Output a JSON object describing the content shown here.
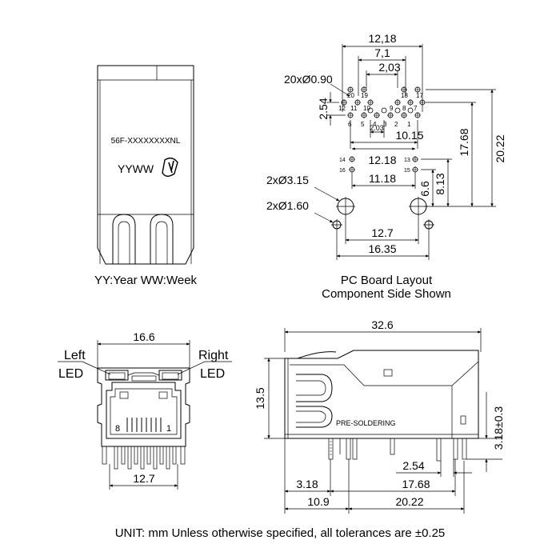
{
  "top_view": {
    "part_number": "56F-XXXXXXXXNL",
    "date_code": "YYWW",
    "legend": "YY:Year  WW:Week"
  },
  "pcb_layout": {
    "dims": {
      "overall_pitch": "12,18",
      "pitch_71": "7,1",
      "pitch_203": "2,03",
      "hole_note": "20xØ0.90",
      "row_spacing": "2.54",
      "inner_pitch_203": "2.03",
      "pitch_1015": "10.15",
      "led_pitch": "12.18",
      "led_offset": "11.18",
      "height_1768": "17.68",
      "height_2022": "20.22",
      "height_813": "8.13",
      "height_66": "6.6",
      "large_holes": "2xØ3.15",
      "small_holes": "2xØ1.60",
      "peg_pitch": "12.7",
      "outer_pitch": "16.35"
    },
    "pin_numbers": [
      "20",
      "19",
      "18",
      "17",
      "12",
      "11",
      "10",
      "9",
      "8",
      "7",
      "6",
      "5",
      "4",
      "3",
      "2",
      "1",
      "14",
      "16",
      "13",
      "15"
    ],
    "caption_line1": "PC Board Layout",
    "caption_line2": "Component Side Shown"
  },
  "front_view": {
    "width": "16.6",
    "left_led_line1": "Left",
    "left_led_line2": "LED",
    "right_led_line1": "Right",
    "right_led_line2": "LED",
    "pin8": "8",
    "pin1": "1",
    "peg_pitch": "12.7"
  },
  "side_view": {
    "length": "32.6",
    "height": "13.5",
    "pin_length": "3.18±0.3",
    "pre_soldering": "PRE-SOLDERING",
    "dim_254": "2.54",
    "dim_318": "3.18",
    "dim_1768": "17.68",
    "dim_109": "10.9",
    "dim_2022": "20.22"
  },
  "footer": "UNIT: mm Unless otherwise specified, all tolerances are ±0.25"
}
